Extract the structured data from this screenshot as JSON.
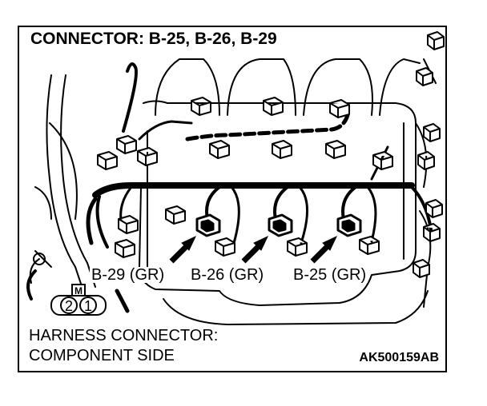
{
  "title": "CONNECTOR: B-25, B-26, B-29",
  "labels": {
    "b29": "B-29 (GR)",
    "b26": "B-26 (GR)",
    "b25": "B-25 (GR)"
  },
  "pin_diagram": {
    "key_mark": "M",
    "pins": [
      "2",
      "1"
    ]
  },
  "caption": {
    "line1": "HARNESS CONNECTOR:",
    "line2": "COMPONENT SIDE"
  },
  "figure_code": "AK500159AB"
}
